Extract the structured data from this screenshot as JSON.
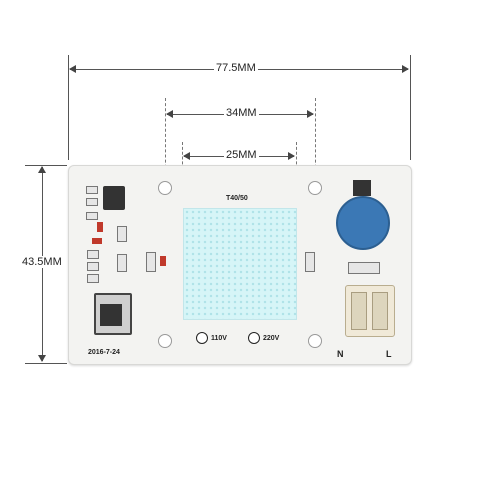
{
  "dimensions": {
    "width_total": "77.5MM",
    "spacing_holes": "34MM",
    "led_width": "25MM",
    "height": "43.5MM"
  },
  "board": {
    "model_label": "T40/50",
    "voltage_110": "110V",
    "voltage_220": "220V",
    "date_code": "2016-7-24",
    "terminal_n": "N",
    "terminal_l": "L"
  },
  "colors": {
    "led": "#d6f5f7",
    "varistor": "#3b78b5",
    "board": "#f3f3f1"
  }
}
